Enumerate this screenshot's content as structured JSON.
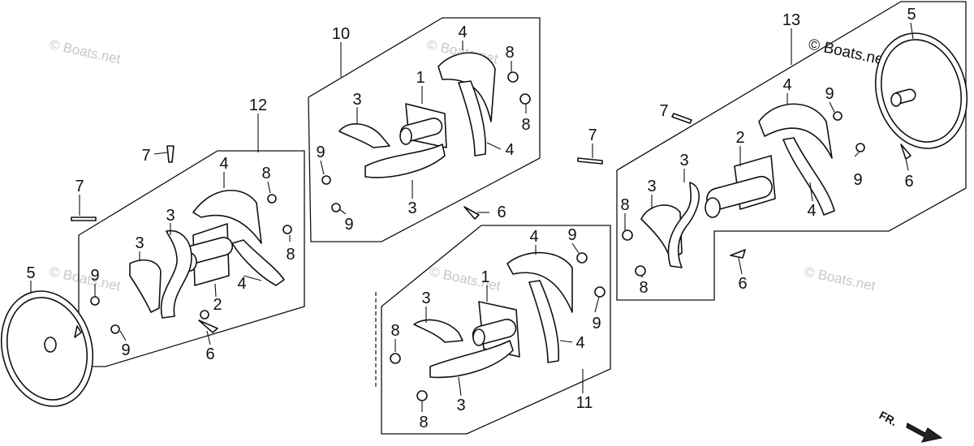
{
  "watermarks": {
    "faint": "© Boats.net",
    "dark": "© Boats.net"
  },
  "direction_label": "FR.",
  "callouts": {
    "n1": "1",
    "n2": "2",
    "n3": "3",
    "n4": "4",
    "n5": "5",
    "n6": "6",
    "n7": "7",
    "n8": "8",
    "n9": "9",
    "n10": "10",
    "n11": "11",
    "n12": "12",
    "n13": "13"
  }
}
